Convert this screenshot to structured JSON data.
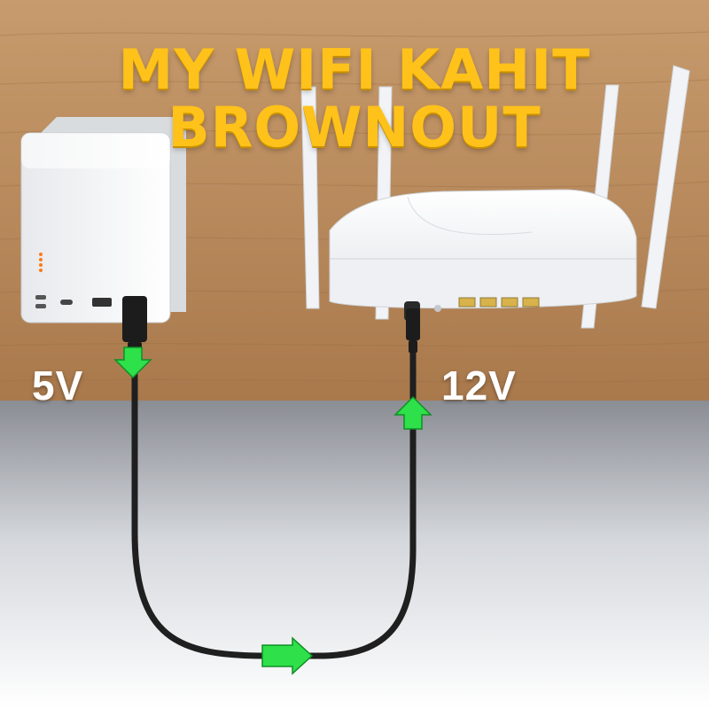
{
  "headline": {
    "line1": "MY WIFI KAHIT",
    "line2": "BROWNOUT"
  },
  "labels": {
    "input_voltage": "5V",
    "output_voltage": "12V"
  },
  "colors": {
    "headline": "#ffc21a",
    "arrow": "#2ee04a",
    "table": "#b98a5e",
    "device": "#f4f5f7"
  },
  "icons": [
    "power-bank",
    "wifi-router",
    "usb-cable",
    "lightning-arrow-icon"
  ]
}
